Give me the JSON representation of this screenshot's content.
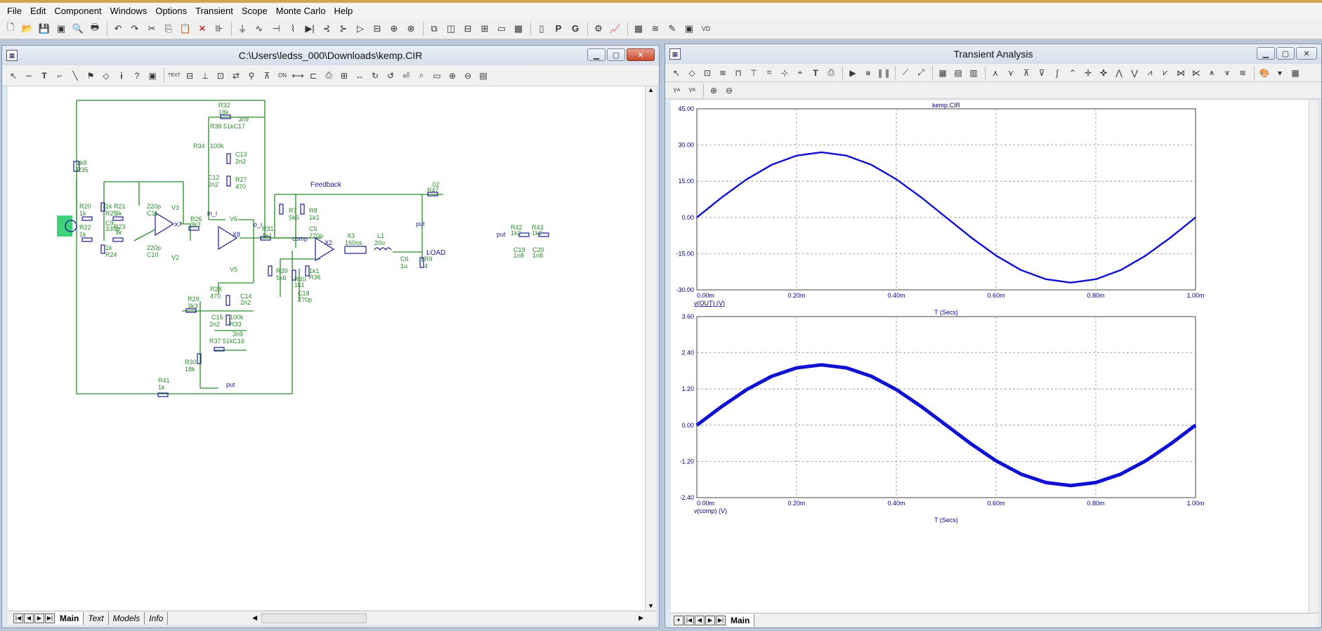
{
  "menu": [
    "File",
    "Edit",
    "Component",
    "Windows",
    "Options",
    "Transient",
    "Scope",
    "Monte Carlo",
    "Help"
  ],
  "schematic": {
    "title": "C:\\Users\\ledss_000\\Downloads\\kemp.CIR",
    "tabs": [
      "Main",
      "Text",
      "Models",
      "Info"
    ],
    "labels": [
      {
        "t": "R32"
      },
      {
        "t": "18k"
      },
      {
        "t": "3n9"
      },
      {
        "t": "R38 51kC17"
      },
      {
        "t": "R34"
      },
      {
        "t": "100k"
      },
      {
        "t": "C13"
      },
      {
        "t": "2n2"
      },
      {
        "t": "1k8"
      },
      {
        "t": "R35"
      },
      {
        "t": "C12"
      },
      {
        "t": "2n2"
      },
      {
        "t": "R27"
      },
      {
        "t": "470"
      },
      {
        "t": "Feedback"
      },
      {
        "t": ".02"
      },
      {
        "t": "R47"
      },
      {
        "t": "R20"
      },
      {
        "t": "1k"
      },
      {
        "t": "1k"
      },
      {
        "t": "R21"
      },
      {
        "t": "R25"
      },
      {
        "t": "3k"
      },
      {
        "t": "220p"
      },
      {
        "t": "C11"
      },
      {
        "t": "V3"
      },
      {
        "t": "R7"
      },
      {
        "t": "5k6"
      },
      {
        "t": "R8"
      },
      {
        "t": "1k1"
      },
      {
        "t": "C5"
      },
      {
        "t": "270p"
      },
      {
        "t": "R22"
      },
      {
        "t": "1k"
      },
      {
        "t": "C9"
      },
      {
        "t": "330p"
      },
      {
        "t": "R23"
      },
      {
        "t": "3k"
      },
      {
        "t": "X7"
      },
      {
        "t": "R26"
      },
      {
        "t": "3k3"
      },
      {
        "t": "in_i"
      },
      {
        "t": "V6"
      },
      {
        "t": "X8"
      },
      {
        "t": "o_i"
      },
      {
        "t": "R31"
      },
      {
        "t": "1k1"
      },
      {
        "t": "put"
      },
      {
        "t": "R42"
      },
      {
        "t": "1k2"
      },
      {
        "t": "R43"
      },
      {
        "t": "1k2"
      },
      {
        "t": "put"
      },
      {
        "t": "comp"
      },
      {
        "t": "X2"
      },
      {
        "t": "X3"
      },
      {
        "t": "160ns"
      },
      {
        "t": "L1"
      },
      {
        "t": "20u"
      },
      {
        "t": "LOAD"
      },
      {
        "t": "1k"
      },
      {
        "t": "R24"
      },
      {
        "t": "220p"
      },
      {
        "t": "C10"
      },
      {
        "t": "V2"
      },
      {
        "t": "C19"
      },
      {
        "t": "1n8"
      },
      {
        "t": "C20"
      },
      {
        "t": "1n8"
      },
      {
        "t": "C6"
      },
      {
        "t": "1u"
      },
      {
        "t": "R9"
      },
      {
        "t": "4"
      },
      {
        "t": "V5"
      },
      {
        "t": "R39"
      },
      {
        "t": "5k6"
      },
      {
        "t": "R40"
      },
      {
        "t": "1k1"
      },
      {
        "t": "1k1"
      },
      {
        "t": "R36"
      },
      {
        "t": "C18"
      },
      {
        "t": "270p"
      },
      {
        "t": "R28"
      },
      {
        "t": "470"
      },
      {
        "t": "C14"
      },
      {
        "t": "2n2"
      },
      {
        "t": "R29"
      },
      {
        "t": "3k3"
      },
      {
        "t": "C15"
      },
      {
        "t": "2n2"
      },
      {
        "t": "100k"
      },
      {
        "t": "R33"
      },
      {
        "t": "3n9"
      },
      {
        "t": "R37 51kC16"
      },
      {
        "t": "R30"
      },
      {
        "t": "18k"
      },
      {
        "t": "put"
      },
      {
        "t": "R41"
      },
      {
        "t": "1k"
      }
    ]
  },
  "analysis": {
    "title": "Transient Analysis",
    "tabs": [
      "Main"
    ],
    "colors": {
      "trace": "#1010d0",
      "axis_text": "#000080",
      "grid": "#909090"
    }
  },
  "chart_data": [
    {
      "type": "line",
      "title": "kemp.CIR",
      "xlabel": "T (Secs)",
      "ylabel": "v(OUT) (V)",
      "xlim": [
        0,
        1.0
      ],
      "ylim": [
        -30,
        45
      ],
      "xticks": [
        "0.00m",
        "0.20m",
        "0.40m",
        "0.60m",
        "0.80m",
        "1.00m"
      ],
      "yticks": [
        "45.00",
        "30.00",
        "15.00",
        "0.00",
        "-15.00",
        "-30.00"
      ],
      "grid": true,
      "series": [
        {
          "x": [
            0,
            0.05,
            0.1,
            0.15,
            0.2,
            0.25,
            0.3,
            0.35,
            0.4,
            0.45,
            0.5,
            0.55,
            0.6,
            0.65,
            0.7,
            0.75,
            0.8,
            0.85,
            0.9,
            0.95,
            1.0
          ],
          "values": [
            0,
            8.3,
            15.8,
            21.8,
            25.6,
            27.0,
            25.6,
            21.8,
            15.8,
            8.3,
            0,
            -8.3,
            -15.8,
            -21.8,
            -25.6,
            -27.0,
            -25.6,
            -21.8,
            -15.8,
            -8.3,
            0
          ]
        }
      ]
    },
    {
      "type": "line",
      "xlabel": "T (Secs)",
      "ylabel": "v(comp) (V)",
      "xlim": [
        0,
        1.0
      ],
      "ylim": [
        -2.4,
        3.6
      ],
      "xticks": [
        "0.00m",
        "0.20m",
        "0.40m",
        "0.60m",
        "0.80m",
        "1.00m"
      ],
      "yticks": [
        "3.60",
        "2.40",
        "1.20",
        "0.00",
        "-1.20",
        "-2.40"
      ],
      "grid": true,
      "series": [
        {
          "x": [
            0,
            0.05,
            0.1,
            0.15,
            0.2,
            0.25,
            0.3,
            0.35,
            0.4,
            0.45,
            0.5,
            0.55,
            0.6,
            0.65,
            0.7,
            0.75,
            0.8,
            0.85,
            0.9,
            0.95,
            1.0
          ],
          "values": [
            0,
            0.62,
            1.18,
            1.62,
            1.9,
            2.0,
            1.9,
            1.62,
            1.18,
            0.62,
            0,
            -0.62,
            -1.18,
            -1.62,
            -1.9,
            -2.0,
            -1.9,
            -1.62,
            -1.18,
            -0.62,
            0
          ]
        }
      ]
    }
  ]
}
